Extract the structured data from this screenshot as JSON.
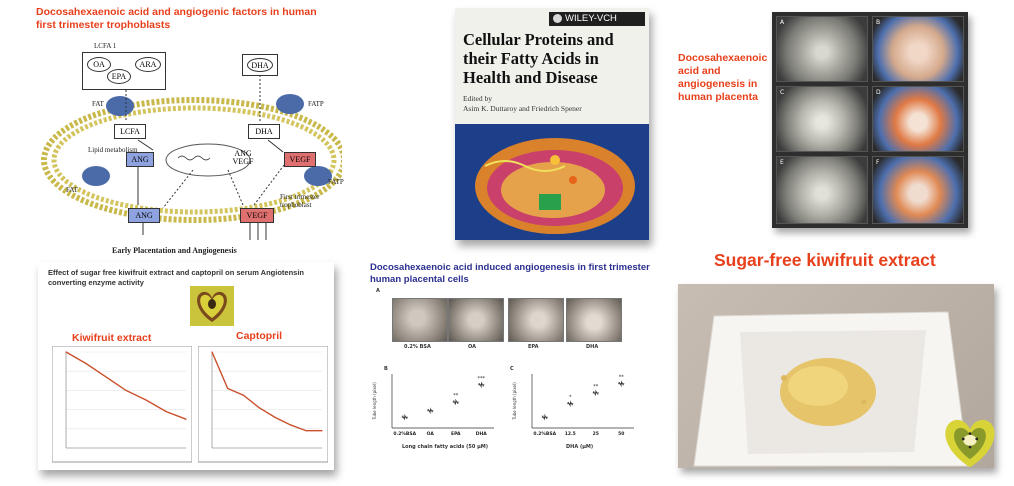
{
  "panel1": {
    "title": "Docosahexaenoic acid and angiogenic factors in human first trimester trophoblasts",
    "lcfa_group": "LCFA 1",
    "oa": "OA",
    "epa": "EPA",
    "ara": "ARA",
    "dha_top": "DHA",
    "fat_left": "FAT",
    "fatp_right": "FATP",
    "lcfa_inner": "LCFA",
    "dha_inner": "DHA",
    "lipid_metabolism": "Lipid metabolism",
    "ang": "ANG",
    "vegf": "VEGF",
    "ang_vegf": "ANG\nVEGF",
    "fat_low": "FAT",
    "fatp_low": "FATP",
    "trophoblast": "First trimester trophoblast",
    "ang_out": "ANG",
    "vegf_out": "VEGF",
    "bottom_label": "Early Placentation and Angiogenesis"
  },
  "book": {
    "publisher": "WILEY-VCH",
    "title": "Cellular Proteins and their Fatty Acids in Health and Disease",
    "edited_by": "Edited by",
    "editors": "Asim K. Duttaroy and Friedrich Spener"
  },
  "panel3": {
    "title": "Docosahexaenoic acid and angiogenesis in human placenta",
    "labels": [
      "A",
      "B",
      "C",
      "D",
      "E",
      "F"
    ]
  },
  "panel4": {
    "title": "Effect of sugar free kiwifruit extract and captopril on serum Angiotensin converting enzyme activity",
    "kiwi_label": "Kiwifruit extract",
    "captopril_label": "Captopril"
  },
  "panel5": {
    "title": "Docosahexaenoic acid induced angiogenesis in first trimester human placental cells",
    "label_a": "A",
    "label_b": "B",
    "label_c": "C",
    "images": [
      "0.2% BSA",
      "OA",
      "EPA",
      "DHA"
    ],
    "ylabel": "Tube length (pixel)",
    "xlabel_b": "Long chain fatty acids (50 μM)",
    "xlabel_c": "DHA (μM)",
    "cats_b": [
      "0.2%BSA",
      "OA",
      "EPA",
      "DHA"
    ],
    "cats_c": [
      "0.2%BSA",
      "12.5",
      "25",
      "50"
    ]
  },
  "panel6": {
    "title": "Sugar-free kiwifruit extract"
  },
  "chart_data": [
    {
      "type": "line",
      "title": "Kiwifruit extract",
      "x": [
        0,
        1,
        2,
        3,
        4,
        5,
        6
      ],
      "values": [
        100,
        88,
        74,
        60,
        50,
        38,
        30
      ],
      "ylim": [
        0,
        100
      ]
    },
    {
      "type": "line",
      "title": "Captopril",
      "x": [
        0,
        1,
        2,
        3,
        4,
        5,
        6,
        7
      ],
      "values": [
        100,
        62,
        55,
        42,
        32,
        24,
        18,
        18
      ],
      "ylim": [
        0,
        100
      ]
    },
    {
      "type": "scatter",
      "categories": [
        "0.2%BSA",
        "OA",
        "EPA",
        "DHA"
      ],
      "values": [
        20,
        32,
        48,
        80
      ],
      "annotations": [
        "",
        "",
        "**",
        "***"
      ]
    },
    {
      "type": "scatter",
      "categories": [
        "0.2%BSA",
        "12.5",
        "25",
        "50"
      ],
      "values": [
        20,
        45,
        65,
        82
      ],
      "annotations": [
        "",
        "*",
        "**",
        "**"
      ]
    }
  ],
  "colors": {
    "red_title": "#e8401c",
    "blue_title": "#2b2f8f",
    "curve": "#c9502b"
  }
}
